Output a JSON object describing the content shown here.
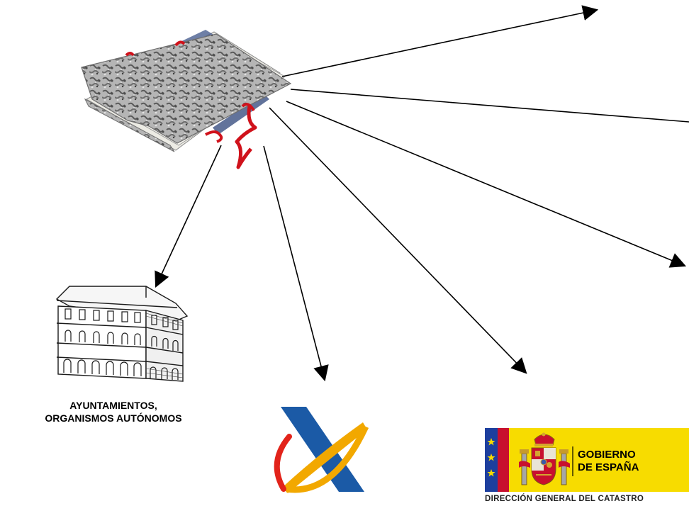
{
  "source": {
    "icon": "folder-file-icon"
  },
  "destinations": {
    "ayuntamientos": {
      "icon": "town-hall-building-icon",
      "label_line1": "AYUNTAMIENTOS,",
      "label_line2": "ORGANISMOS AUTÓNOMOS"
    },
    "aeat": {
      "icon": "agencia-tributaria-logo"
    },
    "catastro": {
      "icon": "gobierno-de-espana-logo",
      "logo_line1": "GOBIERNO",
      "logo_line2": "DE ESPAÑA",
      "caption": "DIRECCIÓN GENERAL DEL CATASTRO"
    }
  },
  "colors": {
    "arrow": "#000000",
    "spain_yellow": "#f7dc00",
    "spain_red": "#c8102e",
    "eu_blue": "#1d3f9e",
    "aeat_blue": "#1b5aa6",
    "aeat_orange": "#f2a800",
    "aeat_red": "#e2231a",
    "folder_gray": "#9a9a9a",
    "ribbon_red": "#d0121b"
  }
}
